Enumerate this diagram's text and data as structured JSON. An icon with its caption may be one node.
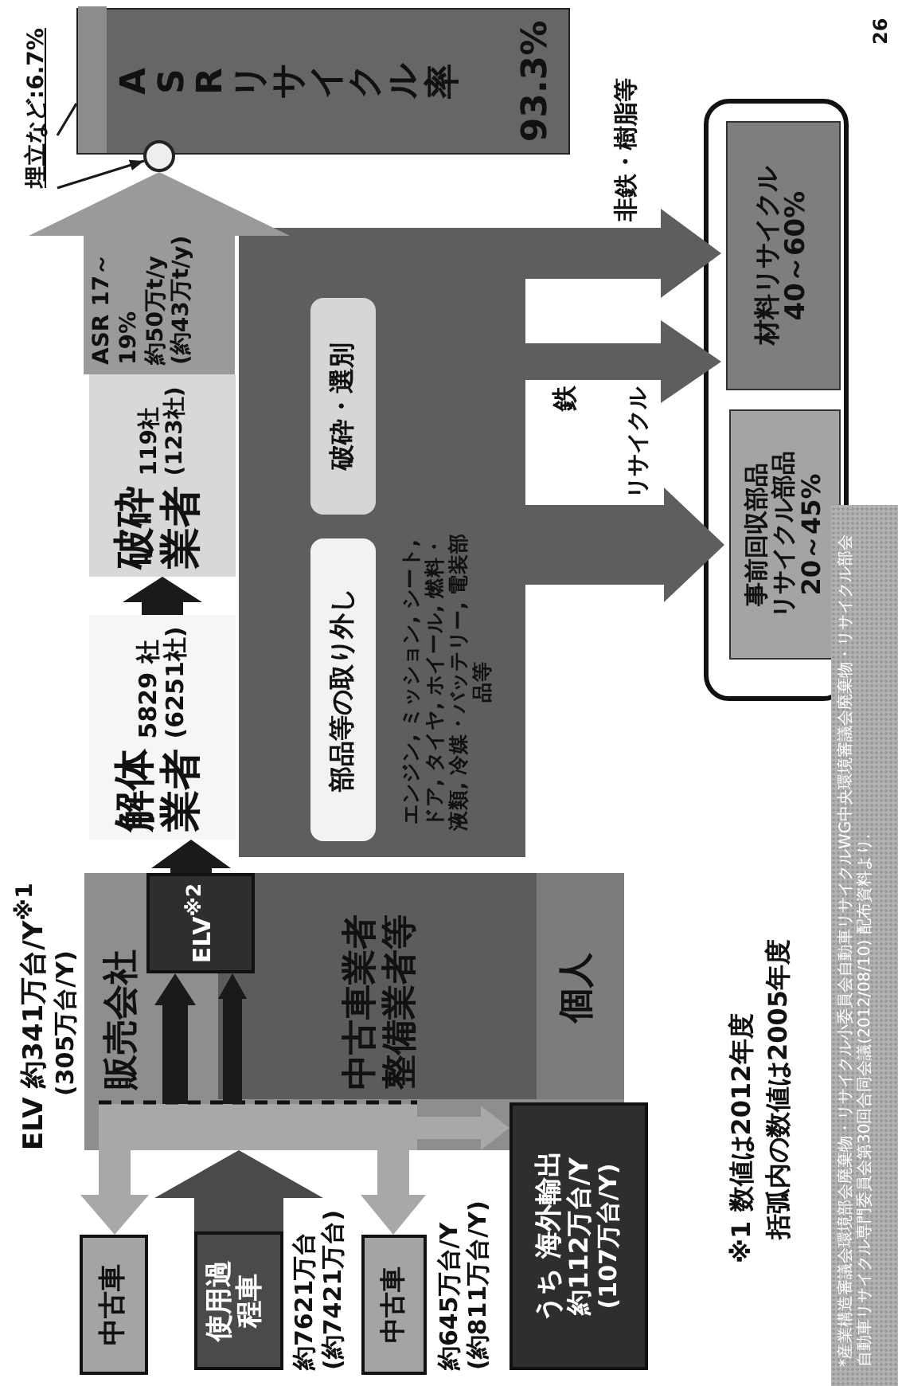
{
  "diagram": {
    "nodes": [
      {
        "text": [
          "ELV 約341万台/Y$^{※1}$",
          "(305万台/Y)"
        ]
      },
      {
        "text": [
          "販売会社"
        ],
        "in": 0
      },
      {
        "text": [
          "中古車業者",
          "整備業者等"
        ],
        "in": 0
      },
      {
        "text": [
          "個人"
        ],
        "in": 0
      },
      {
        "text": [
          "ELV$^{※2}$"
        ],
        "in": 0
      },
      {
        "text": [
          "中古車"
        ]
      },
      {
        "text": [
          "使用過程車"
        ],
        "beside": [
          "約7621万台",
          "(約7421万台)"
        ]
      },
      {
        "text": [
          "中古車"
        ],
        "beside": [
          "約645万台/Y",
          "(約811万台/Y)"
        ]
      },
      {
        "text": [
          "うち 海外輸出",
          "約112万台/Y",
          "(107万台/Y)"
        ]
      },
      {
        "text": [
          "エンジン, ミッション, シート, ドア, タイヤ, ホイール, 燃料・液類, 冷媒・バッテリー, 電装部品等"
        ]
      },
      {
        "text": [
          "解体業者",
          "5829 社",
          "(6251社)"
        ]
      },
      {
        "text": [
          "部品等の取り外し"
        ],
        "in": 9
      },
      {
        "text": [
          "破砕業者",
          "119社",
          "(123社)"
        ]
      },
      {
        "text": [
          "破砕・選別"
        ],
        "in": 9
      },
      {
        "text": [
          "ASRリサイクル率",
          "93.3%"
        ]
      },
      {
        "text": [
          "埋立など:6.7%"
        ]
      },
      {
        "text": [],
        "shape": "bar",
        "in": 14
      },
      {
        "text": [],
        "shape": "circle"
      },
      {
        "text": [],
        "shape": "box"
      },
      {
        "text": [
          "事前回収部品",
          "リサイクル部品",
          "20～45%"
        ],
        "in": 18
      },
      {
        "text": [
          "材料リサイクル",
          "40～60%"
        ],
        "in": 18
      },
      {
        "text": [],
        "shape": "bar",
        "in": 0
      }
    ],
    "edges": [
      {
        "from": 6,
        "to": 21,
        "arrow": "to",
        "style": "thick",
        "color": "#4a4a4a"
      },
      {
        "from": 21,
        "to": 5,
        "arrow": "to",
        "style": "thick",
        "color": "#a8a8a8"
      },
      {
        "from": 21,
        "to": 7,
        "arrow": "to",
        "style": "thick",
        "color": "#a8a8a8"
      },
      {
        "from": 21,
        "to": 8,
        "arrow": "to",
        "style": "thick",
        "color": "#a8a8a8"
      },
      {
        "from": 21,
        "to": 4,
        "arrow": "to",
        "style": "thick"
      },
      {
        "from": 21,
        "to": 4,
        "arrow": "to",
        "style": "thick"
      },
      {
        "from": 4,
        "to": 10,
        "arrow": "to",
        "style": "thick"
      },
      {
        "from": 10,
        "to": 12,
        "arrow": "to",
        "style": "thick"
      },
      {
        "from": 12,
        "to": 17,
        "arrow": "to",
        "style": "thick",
        "color": "#9a9a9a",
        "label": "ASR 17～19% 約50万t/y (約43万t/y)"
      },
      {
        "from": 15,
        "to": 17,
        "arrow": "to"
      },
      {
        "from": 15,
        "to": 16,
        "arrow": "none"
      },
      {
        "from": 9,
        "to": 20,
        "arrow": "to",
        "style": "thick",
        "color": "#5e5e5e",
        "label": "非鉄・樹脂等"
      },
      {
        "from": 9,
        "to": 20,
        "arrow": "to",
        "style": "thick",
        "color": "#5e5e5e",
        "label": "鉄"
      },
      {
        "from": 9,
        "to": 19,
        "arrow": "to",
        "style": "thick",
        "color": "#5e5e5e"
      }
    ],
    "labels": [
      "リサイクル",
      "※1 数値は2012年度",
      "括弧内の数値は2005年度",
      "*産業構造審議会環境部会廃棄物・リサイクル小委員会自動車リサイクルWG中央環境審議会廃棄物・リサイクル部会自動車リサイクル専門委員会第30回合同会議(2012/08/10) 配布資料より.",
      "26"
    ]
  }
}
